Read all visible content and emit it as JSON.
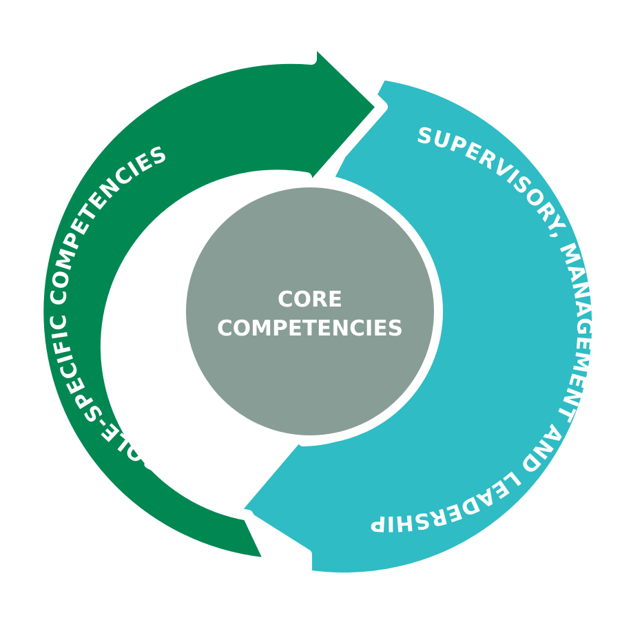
{
  "diagram": {
    "center_label": {
      "line1": "CORE",
      "line2": "COMPETENCIES"
    },
    "left_arrow_label": "ROLE-SPECIFIC COMPETENCIES",
    "right_arrow_label": "SUPERVISORY, MANAGEMENT AND LEADERSHIP"
  },
  "colors": {
    "left_arrow": "#008752",
    "right_arrow": "#2fbcc4",
    "core": "#889d95",
    "background": "#ffffff",
    "text": "#ffffff"
  }
}
